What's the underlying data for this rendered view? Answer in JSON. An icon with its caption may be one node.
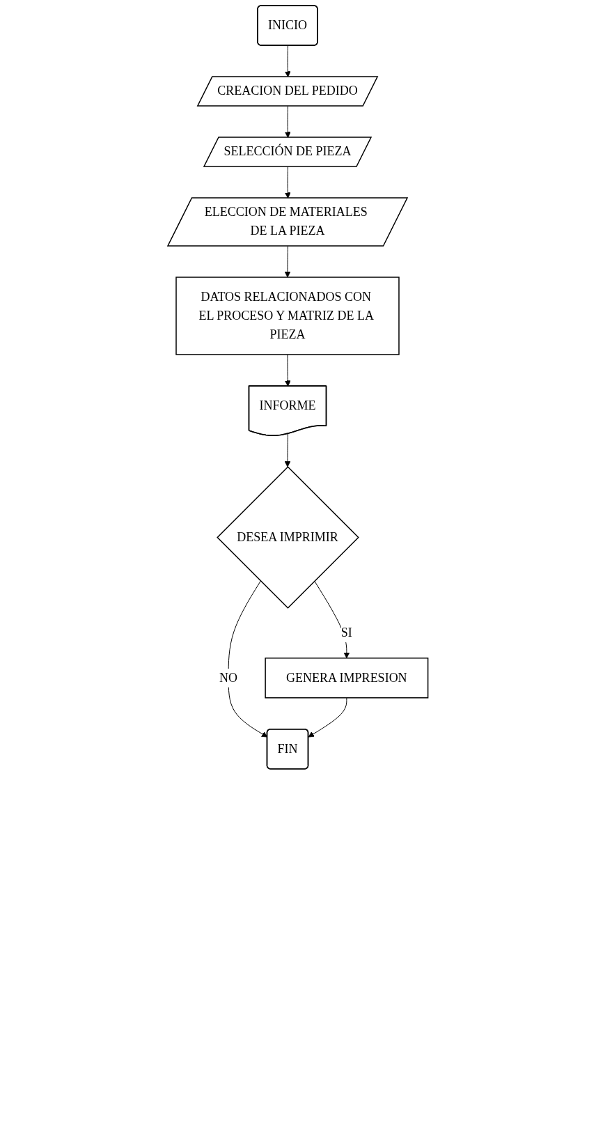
{
  "diagram": {
    "nodes": [
      {
        "text": [
          "INICIO"
        ]
      },
      {
        "text": [
          "CREACION DEL PEDIDO"
        ]
      },
      {
        "text": [
          "SELECCIÓN DE PIEZA"
        ]
      },
      {
        "text": [
          "ELECCION DE MATERIALES DE LA PIEZA"
        ]
      },
      {
        "text": [
          "DATOS RELACIONADOS CON EL PROCESO Y MATRIZ DE LA PIEZA"
        ]
      },
      {
        "text": [
          "INFORME"
        ]
      },
      {
        "text": [
          "DESEA IMPRIMIR"
        ]
      },
      {
        "text": [
          "GENERA IMPRESION"
        ]
      },
      {
        "text": [
          "FIN"
        ]
      }
    ],
    "edges": [
      {
        "from": 0,
        "to": 1,
        "arrow": "to"
      },
      {
        "from": 1,
        "to": 2,
        "arrow": "to"
      },
      {
        "from": 2,
        "to": 3,
        "arrow": "to"
      },
      {
        "from": 3,
        "to": 4,
        "arrow": "to"
      },
      {
        "from": 4,
        "to": 5,
        "arrow": "to"
      },
      {
        "from": 5,
        "to": 6,
        "arrow": "to"
      },
      {
        "from": 6,
        "to": 7,
        "label": "SI",
        "arrow": "to"
      },
      {
        "from": 6,
        "to": 8,
        "label": "NO",
        "arrow": "to"
      },
      {
        "from": 7,
        "to": 8,
        "arrow": "to"
      }
    ]
  }
}
